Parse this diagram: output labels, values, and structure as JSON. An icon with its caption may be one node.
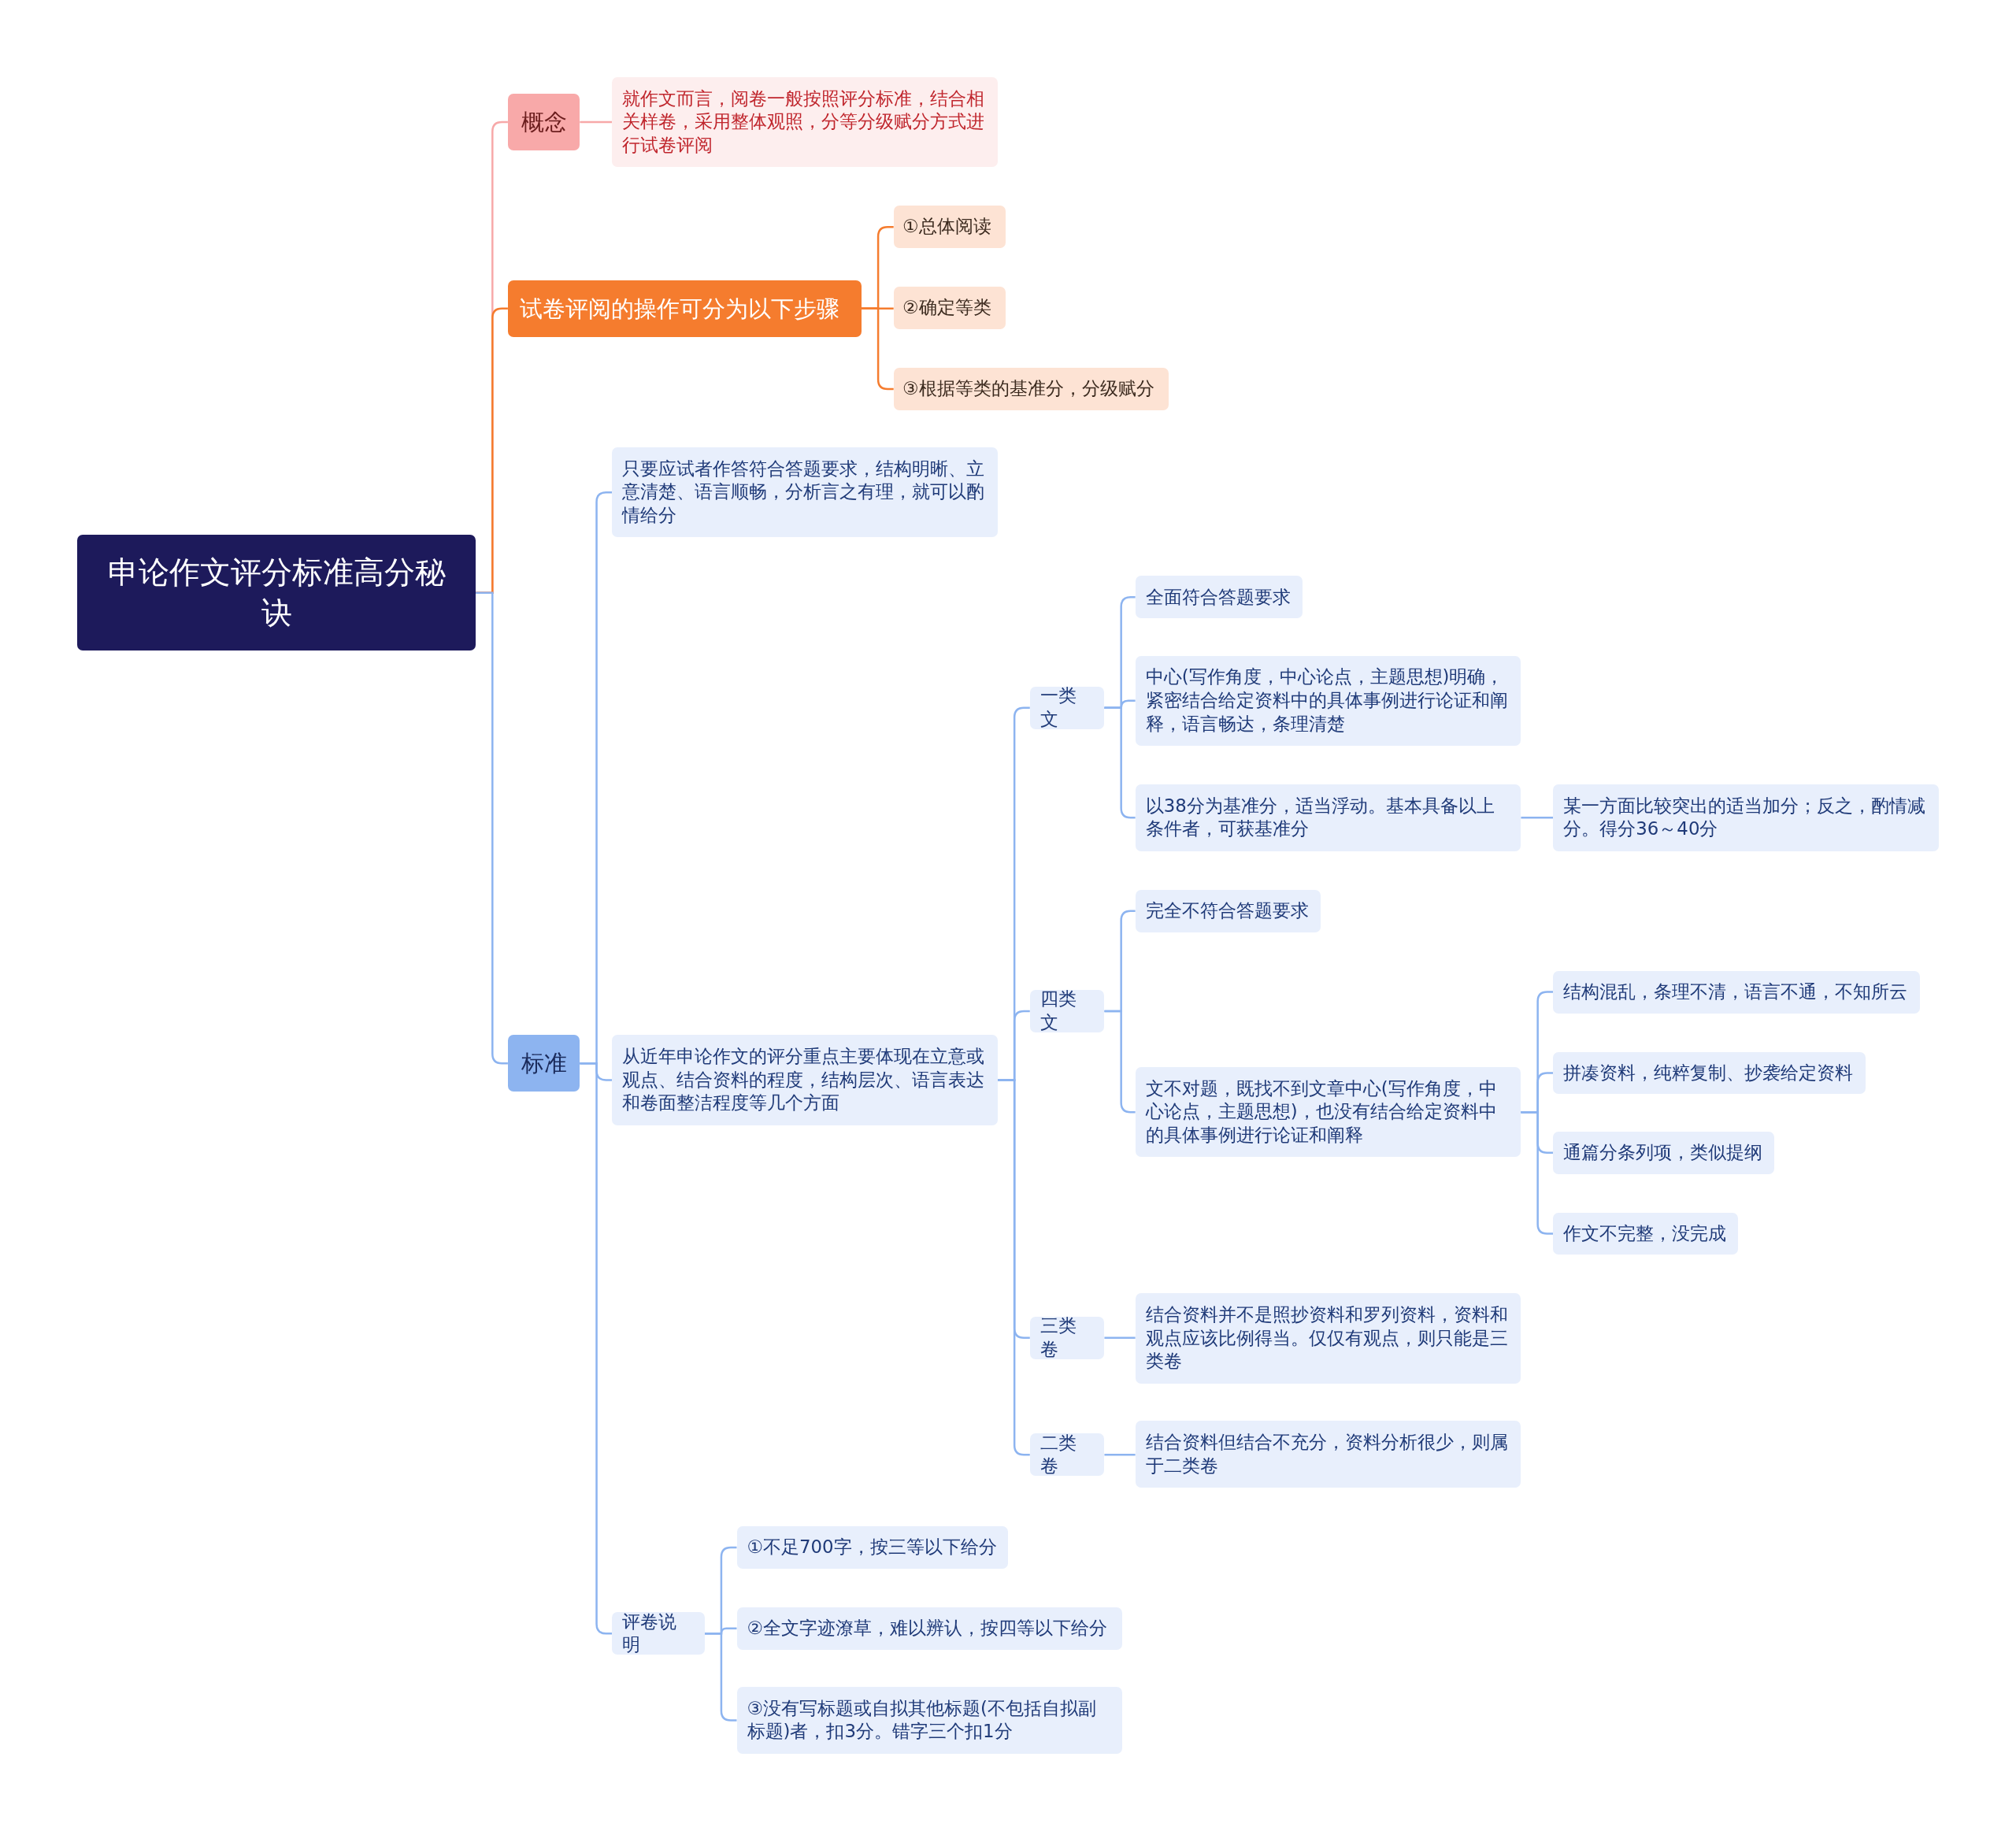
{
  "diagram": {
    "nodes": [
      {
        "text": [
          "申论作文评分标准高分秘诀"
        ]
      },
      {
        "text": [
          "概念"
        ]
      },
      {
        "text": [
          "就作文而言，阅卷一般按照评分标准，结合相关样卷，采用整体观照，分等分级赋分方式进行试卷评阅"
        ]
      },
      {
        "text": [
          "试卷评阅的操作可分为以下步骤"
        ]
      },
      {
        "text": [
          "①总体阅读"
        ]
      },
      {
        "text": [
          "②确定等类"
        ]
      },
      {
        "text": [
          "③根据等类的基准分，分级赋分"
        ]
      },
      {
        "text": [
          "标准"
        ]
      },
      {
        "text": [
          "只要应试者作答符合答题要求，结构明晰、立意清楚、语言顺畅，分析言之有理，就可以酌情给分"
        ]
      },
      {
        "text": [
          "从近年申论作文的评分重点主要体现在立意或观点、结合资料的程度，结构层次、语言表达和卷面整洁程度等几个方面"
        ]
      },
      {
        "text": [
          "一类文"
        ]
      },
      {
        "text": [
          "全面符合答题要求"
        ]
      },
      {
        "text": [
          "中心(写作角度，中心论点，主题思想)明确，紧密结合给定资料中的具体事例进行论证和阐释，语言畅达，条理清楚"
        ]
      },
      {
        "text": [
          "以38分为基准分，适当浮动。基本具备以上条件者，可获基准分"
        ]
      },
      {
        "text": [
          "某一方面比较突出的适当加分；反之，酌情减分。得分36～40分"
        ]
      },
      {
        "text": [
          "四类文"
        ]
      },
      {
        "text": [
          "完全不符合答题要求"
        ]
      },
      {
        "text": [
          "文不对题，既找不到文章中心(写作角度，中心论点，主题思想)，也没有结合给定资料中的具体事例进行论证和阐释"
        ]
      },
      {
        "text": [
          "结构混乱，条理不清，语言不通，不知所云"
        ]
      },
      {
        "text": [
          "拼凑资料，纯粹复制、抄袭给定资料"
        ]
      },
      {
        "text": [
          "通篇分条列项，类似提纲"
        ]
      },
      {
        "text": [
          "作文不完整，没完成"
        ]
      },
      {
        "text": [
          "三类卷"
        ]
      },
      {
        "text": [
          "结合资料并不是照抄资料和罗列资料，资料和观点应该比例得当。仅仅有观点，则只能是三类卷"
        ]
      },
      {
        "text": [
          "二类卷"
        ]
      },
      {
        "text": [
          "结合资料但结合不充分，资料分析很少，则属于二类卷"
        ]
      },
      {
        "text": [
          "评卷说明"
        ]
      },
      {
        "text": [
          "①不足700字，按三等以下给分"
        ]
      },
      {
        "text": [
          "②全文字迹潦草，难以辨认，按四等以下给分"
        ]
      },
      {
        "text": [
          "③没有写标题或自拟其他标题(不包括自拟副标题)者，扣3分。错字三个扣1分"
        ]
      }
    ],
    "edges": [
      {
        "from": 0,
        "to": 1,
        "arrow": "none",
        "color": "#f7a9a9"
      },
      {
        "from": 1,
        "to": 2,
        "arrow": "none",
        "color": "#f7a9a9"
      },
      {
        "from": 0,
        "to": 3,
        "arrow": "none",
        "color": "#f57c2e"
      },
      {
        "from": 3,
        "to": 4,
        "arrow": "none",
        "color": "#f57c2e"
      },
      {
        "from": 3,
        "to": 5,
        "arrow": "none",
        "color": "#f57c2e"
      },
      {
        "from": 3,
        "to": 6,
        "arrow": "none",
        "color": "#f57c2e"
      },
      {
        "from": 0,
        "to": 7,
        "arrow": "none"
      },
      {
        "from": 7,
        "to": 8,
        "arrow": "none"
      },
      {
        "from": 7,
        "to": 9,
        "arrow": "none"
      },
      {
        "from": 7,
        "to": 26,
        "arrow": "none"
      },
      {
        "from": 9,
        "to": 10,
        "arrow": "none"
      },
      {
        "from": 10,
        "to": 11,
        "arrow": "none"
      },
      {
        "from": 10,
        "to": 12,
        "arrow": "none"
      },
      {
        "from": 10,
        "to": 13,
        "arrow": "none"
      },
      {
        "from": 13,
        "to": 14,
        "arrow": "none"
      },
      {
        "from": 9,
        "to": 15,
        "arrow": "none"
      },
      {
        "from": 15,
        "to": 16,
        "arrow": "none"
      },
      {
        "from": 15,
        "to": 17,
        "arrow": "none"
      },
      {
        "from": 17,
        "to": 18,
        "arrow": "none"
      },
      {
        "from": 17,
        "to": 19,
        "arrow": "none"
      },
      {
        "from": 17,
        "to": 20,
        "arrow": "none"
      },
      {
        "from": 17,
        "to": 21,
        "arrow": "none"
      },
      {
        "from": 9,
        "to": 22,
        "arrow": "none"
      },
      {
        "from": 22,
        "to": 23,
        "arrow": "none"
      },
      {
        "from": 9,
        "to": 24,
        "arrow": "none"
      },
      {
        "from": 24,
        "to": 25,
        "arrow": "none"
      },
      {
        "from": 26,
        "to": 27,
        "arrow": "none"
      },
      {
        "from": 26,
        "to": 28,
        "arrow": "none"
      },
      {
        "from": 26,
        "to": 29,
        "arrow": "none"
      }
    ]
  }
}
